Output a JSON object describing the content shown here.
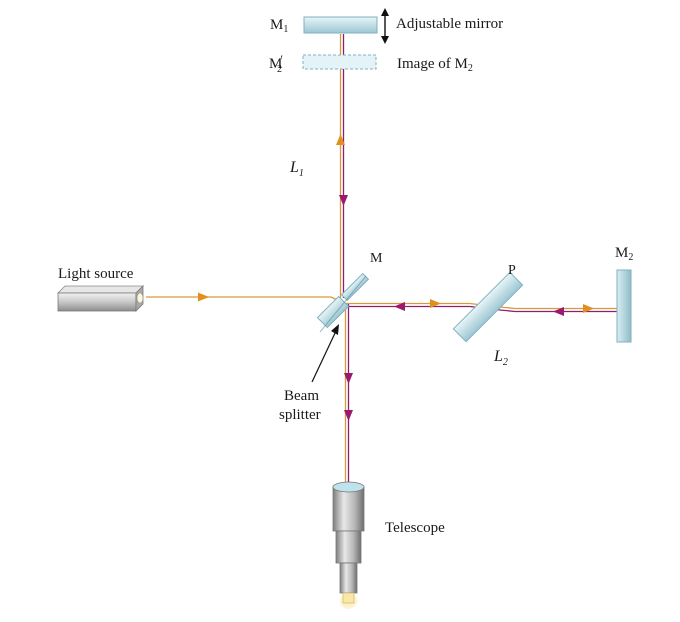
{
  "labels": {
    "m1": {
      "main": "M",
      "sub": "1"
    },
    "adjustable": "Adjustable mirror",
    "m2prime": {
      "main": "M",
      "prime": "′",
      "sub": "2"
    },
    "image_of_m2": {
      "main": "Image of M",
      "sub": "2"
    },
    "l1": {
      "main": "L",
      "sub": "1"
    },
    "light_source": "Light source",
    "m": "M",
    "p": "P",
    "m2": {
      "main": "M",
      "sub": "2"
    },
    "l2": {
      "main": "L",
      "sub": "2"
    },
    "beam": "Beam",
    "splitter": "splitter",
    "telescope": "Telescope"
  },
  "colors": {
    "beam_orange": "#d89a3a",
    "beam_purple": "#8e1f6b",
    "arrow_orange": "#e0901c",
    "arrow_purple": "#9b1a6e",
    "glass_fill": "#cfe7ee",
    "glass_stroke": "#7fb1c0",
    "mirror_dark": "#5f8e9c"
  }
}
